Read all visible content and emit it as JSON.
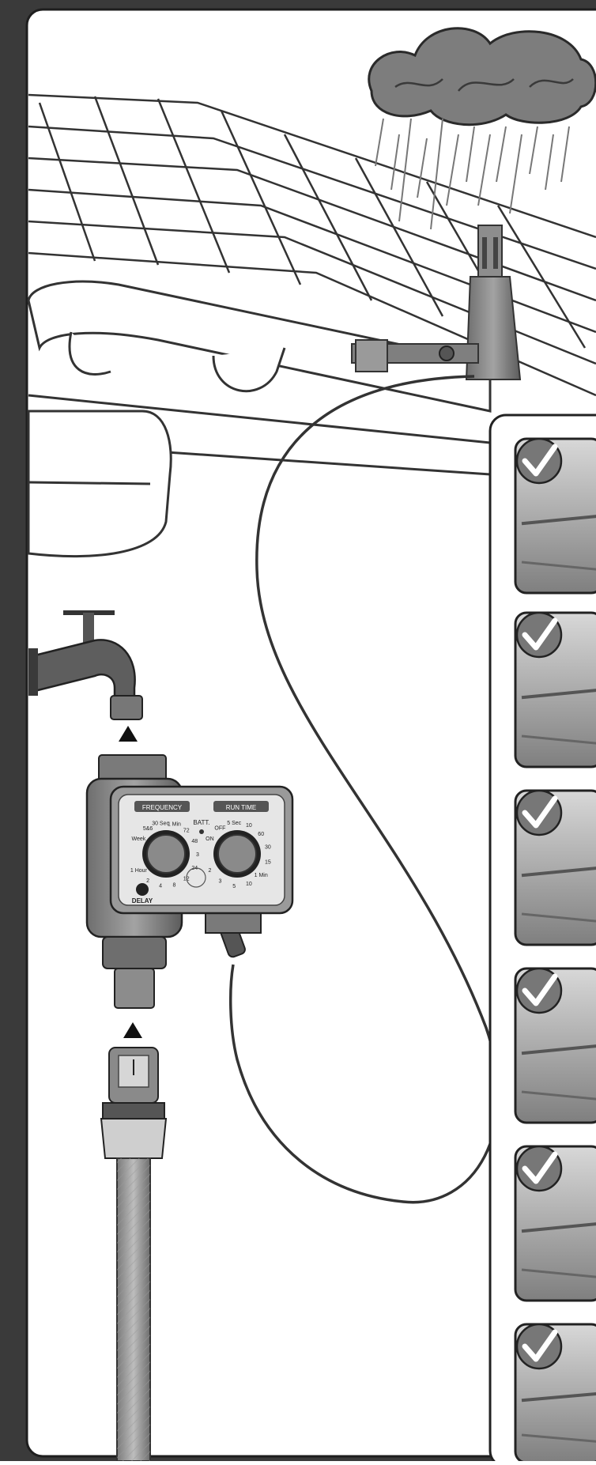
{
  "timer": {
    "frequency_label": "FREQUENCY",
    "run_time_label": "RUN TIME",
    "battery_label": "BATT.",
    "delay_label": "DELAY",
    "freq_dial_labels": [
      "Week",
      "5&6",
      "30 Sec",
      "1 Min",
      "72",
      "48",
      "3",
      "24",
      "12",
      "8",
      "4",
      "2",
      "1 Hour"
    ],
    "run_dial_labels": [
      "ON",
      "OFF",
      "5 Sec",
      "10",
      "60",
      "30",
      "15",
      "1 Min",
      "10",
      "5",
      "3",
      "2"
    ]
  },
  "panels": [
    {
      "name": "panel-sprinkler",
      "checked": true
    },
    {
      "name": "panel-pipes",
      "checked": true
    },
    {
      "name": "panel-plants",
      "checked": true
    },
    {
      "name": "panel-hedge",
      "checked": true
    },
    {
      "name": "panel-connector",
      "checked": true
    },
    {
      "name": "panel-post",
      "checked": true
    }
  ],
  "colors": {
    "frame": "#2b2b2b",
    "cable": "#333333",
    "device": "#8a8a8a",
    "dark": "#4a4a4a"
  }
}
